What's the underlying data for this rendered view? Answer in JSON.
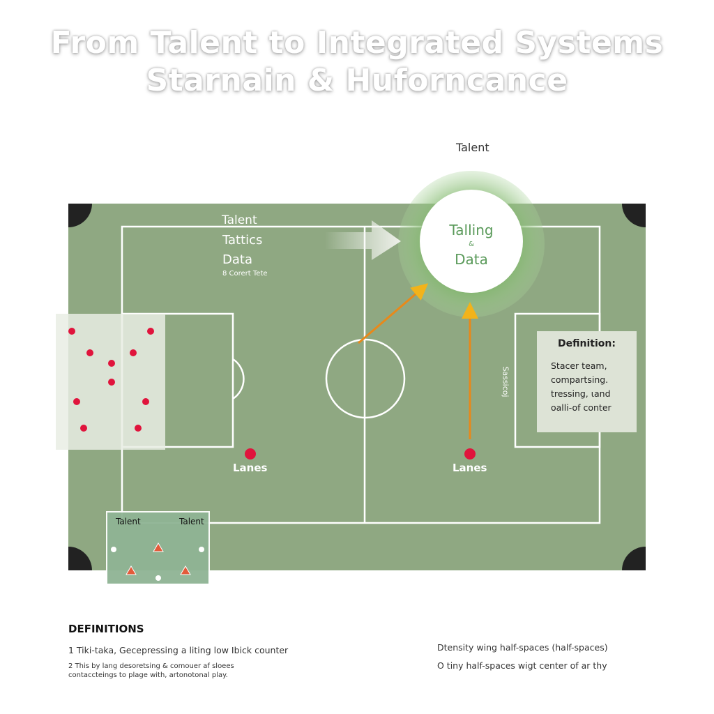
{
  "title": {
    "line1": "From Talent to Integrated Systems",
    "line2": "Starnain & Huforncance"
  },
  "pitch": {
    "top_label": "Talent",
    "left_stack": [
      "Talent",
      "Tattics",
      "Data"
    ],
    "left_small": "8 Corert Tete",
    "circle": {
      "line1": "Talling",
      "amp": "&",
      "line2": "Data"
    },
    "lanes_left": "Lanes",
    "lanes_right": "Lanes",
    "vertical_label": "Sassicoj",
    "definition_box": {
      "heading": "Definition:",
      "lines": [
        "Stacer team,",
        "compartsing.",
        "tressing, ιand",
        "oalli-of conter"
      ]
    },
    "mini": {
      "label_left": "Talent",
      "label_right": "Talent"
    }
  },
  "definitions": {
    "heading": "DEFINITIONS",
    "left": [
      "1 Tiki-taka, Gecepressing a liting low Ibick counter",
      "2 This by lang desoretsing & comouer af sloees",
      "contaccteings to plage with, artonotonal play."
    ],
    "right": [
      "Dtensity wing half-spaces (half-spaces)",
      "O tiny half-spaces wigt center of ar thy"
    ]
  },
  "colors": {
    "pitch": "#8fa882",
    "dot": "#e0143c",
    "arrow": "#e8891a"
  }
}
